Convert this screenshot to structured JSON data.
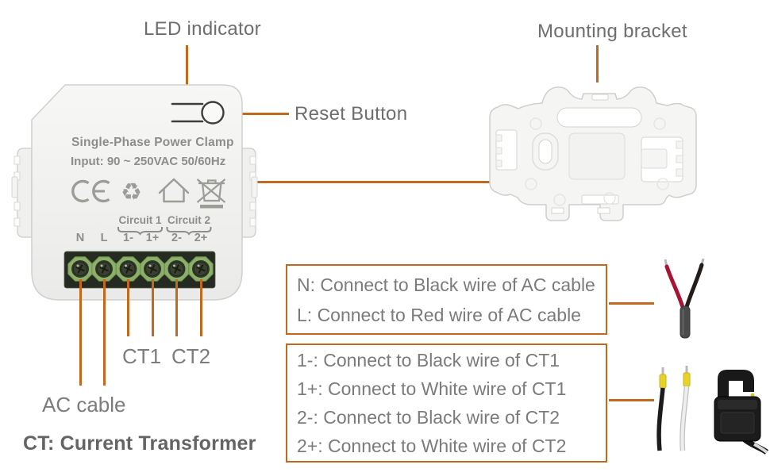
{
  "labels": {
    "led": "LED indicator",
    "mounting": "Mounting bracket",
    "reset": "Reset Button",
    "ct1": "CT1",
    "ct2": "CT2",
    "ac_cable": "AC cable",
    "ct_note": "CT: Current Transformer"
  },
  "device": {
    "title": "Single-Phase Power Clamp",
    "input": "Input: 90 ~ 250VAC 50/60Hz",
    "circuit1": "Circuit 1",
    "circuit2": "Circuit 2",
    "terminals": [
      "N",
      "L",
      "1-",
      "1+",
      "2-",
      "2+"
    ]
  },
  "boxes": {
    "ac": [
      "N: Connect to Black wire of AC cable",
      "L: Connect to Red wire of AC cable"
    ],
    "ct": [
      "1-: Connect to Black wire of CT1",
      "1+: Connect to White wire of CT1",
      "2-: Connect to Black wire of CT2",
      "2+: Connect to White wire of CT2"
    ]
  },
  "icons": [
    "ce-mark-icon",
    "recycle-icon",
    "house-icon",
    "weee-bin-icon"
  ],
  "icon_glyphs": {
    "recycle": "♻"
  },
  "colors": {
    "accent_orange": "#C2691E",
    "label_gray": "#6E6E6E",
    "box_text_gray": "#7B7B7B",
    "device_print_gray": "#8D8D89",
    "terminal_green": "#8CAF69",
    "terminal_recess": "#252B20",
    "wire_red": "#A81434",
    "wire_black": "#241C18",
    "wire_white": "#ECECEC",
    "ferrule_yellow": "#E8D22A"
  }
}
